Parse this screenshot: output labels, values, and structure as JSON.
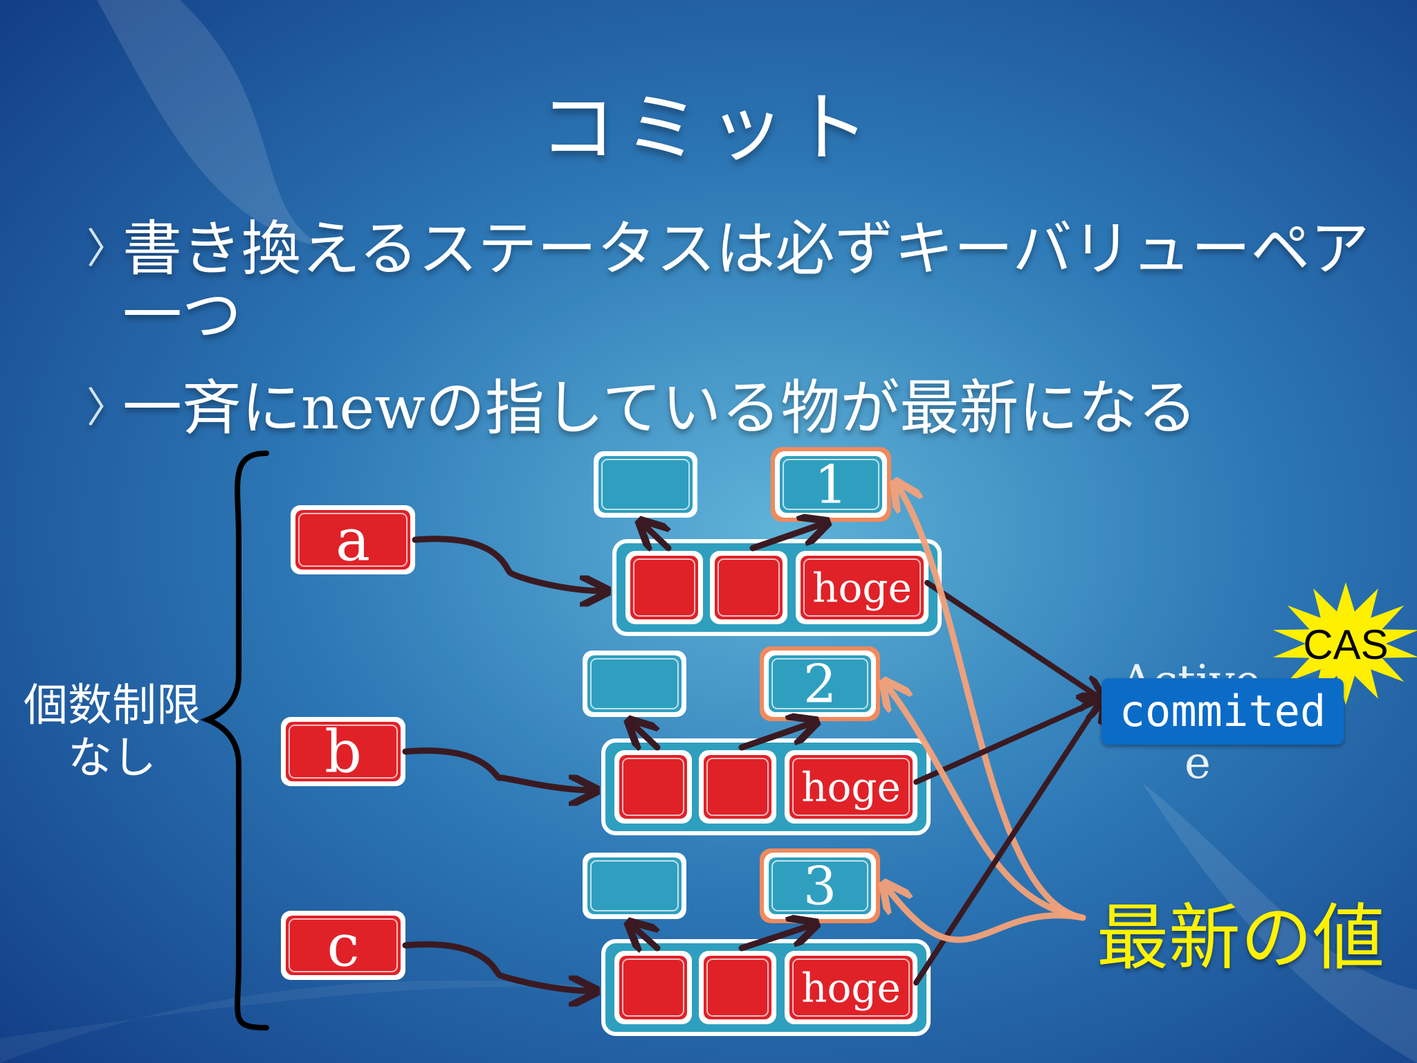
{
  "slide": {
    "title": "コミット",
    "bullets": [
      {
        "marker": "〉",
        "text": "書き換えるステータスは必ずキーバリューペア一つ"
      },
      {
        "marker": "〉",
        "text": "一斉にnewの指している物が最新になる"
      }
    ]
  },
  "diagram": {
    "side_label": "個数制限なし",
    "keys": [
      "a",
      "b",
      "c"
    ],
    "versions": [
      "1",
      "2",
      "3"
    ],
    "cell_label": "hoge",
    "status_label": "commited",
    "status_partial_top": "Active",
    "status_partial_bottom": "e",
    "cas_label": "CAS",
    "latest_label": "最新の値"
  },
  "colors": {
    "cell_red": "#e02128",
    "cell_teal": "#2f9fbf",
    "arrow_dark": "#3a1a22",
    "arrow_orange": "#f4a27a",
    "latest_yellow": "#fff200",
    "status_blue": "#0b6cc7",
    "cas_yellow": "#ffef00"
  }
}
